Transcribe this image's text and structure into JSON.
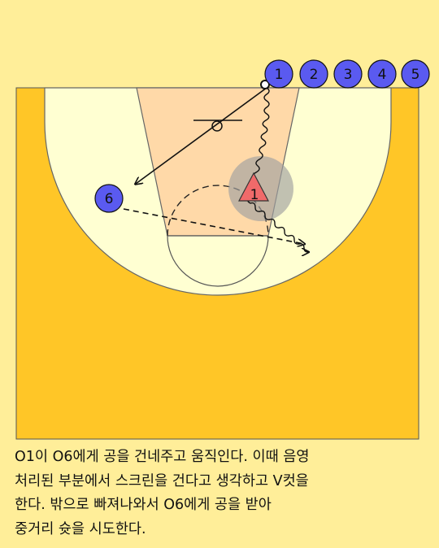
{
  "colors": {
    "background": "#ffee99",
    "court_outer": "#ffc627",
    "three_point_area": "#ffffd2",
    "lane": "#ffd9a8",
    "player_circle": "#5a5af0",
    "defender_triangle": "#f06a6a",
    "screen_shadow": "#a0a0a0"
  },
  "players": {
    "queue": [
      "1",
      "2",
      "3",
      "4",
      "5"
    ],
    "wing": "6"
  },
  "defender": {
    "label": "1"
  },
  "caption_lines": [
    "O1이 O6에게 공을 건네주고 움직인다. 이때 음영",
    "처리된 부분에서 스크린을 건다고 생각하고 V컷을",
    "한다. 밖으로 빠져나와서 O6에게 공을 받아",
    "중거리 슛을 시도한다."
  ]
}
